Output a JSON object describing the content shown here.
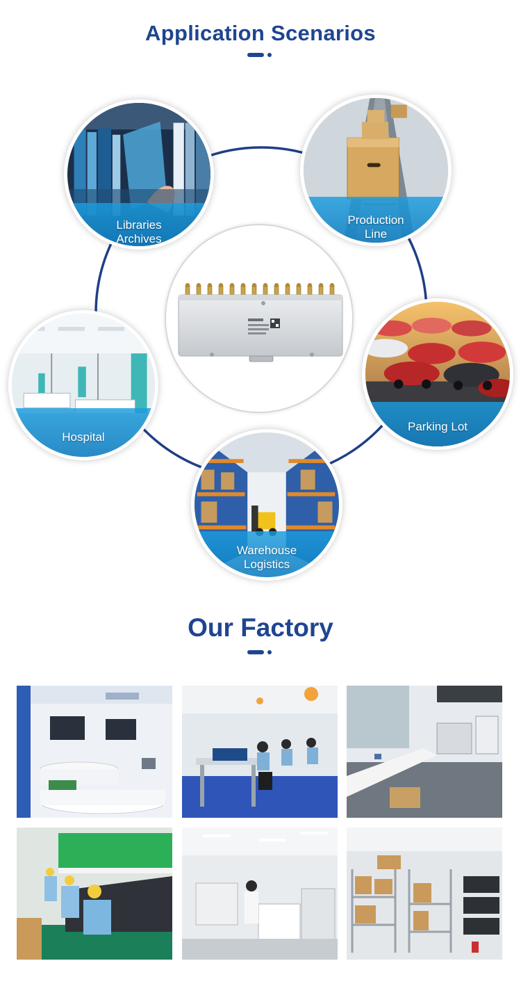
{
  "sections": {
    "applications_title": "Application Scenarios",
    "factory_title": "Our Factory"
  },
  "scenarios": [
    {
      "label": "Libraries\nArchives"
    },
    {
      "label": "Production\nLine"
    },
    {
      "label": "Hospital"
    },
    {
      "label": "Parking Lot"
    },
    {
      "label": "Warehouse\nLogistics"
    }
  ],
  "center_product": {
    "description_icon": "rfid-reader-device-icon"
  },
  "factory_photos": [
    {
      "icon": "showroom-photo"
    },
    {
      "icon": "assembly-workshop-photo"
    },
    {
      "icon": "testing-lab-photo"
    },
    {
      "icon": "production-line-workers-photo"
    },
    {
      "icon": "smt-machine-photo"
    },
    {
      "icon": "warehouse-shelves-photo"
    }
  ],
  "colors": {
    "title": "#1f4591",
    "ring": "#1f3f86",
    "label_band": "#1a9dde"
  }
}
